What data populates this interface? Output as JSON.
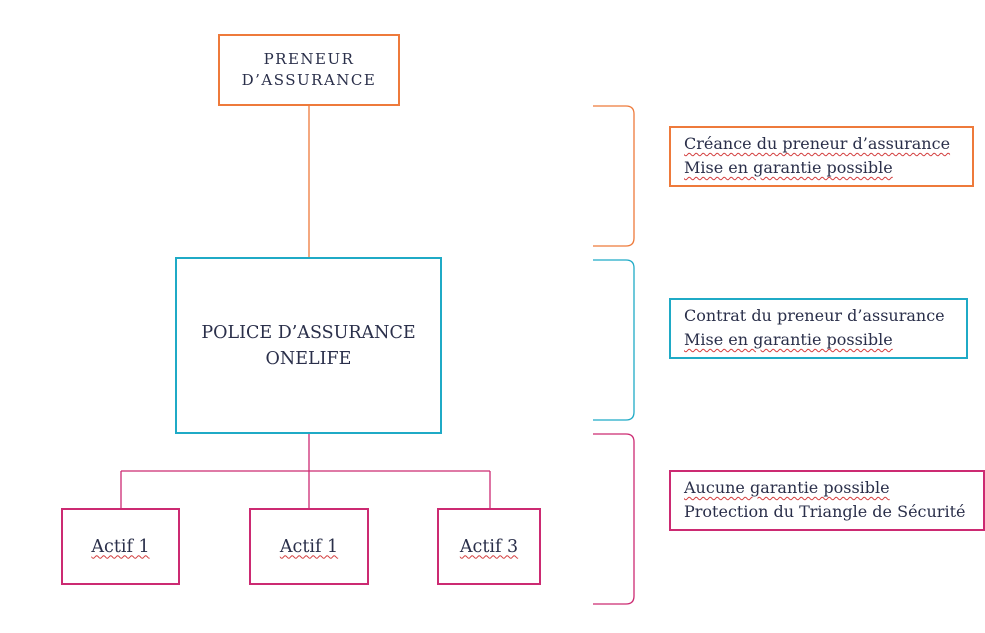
{
  "diagram": {
    "preneur": {
      "line1": "PRENEUR",
      "line2": "D’ASSURANCE",
      "color": "#ee7a3b"
    },
    "police": {
      "line1": "POLICE D’ASSURANCE",
      "line2": "ONELIFE",
      "color": "#1faac6"
    },
    "actifs": [
      {
        "label": "Actif 1"
      },
      {
        "label": "Actif 1"
      },
      {
        "label": "Actif 3"
      }
    ],
    "actif_color": "#cc2a72",
    "notes": [
      {
        "line1": "Créance du preneur d’assurance",
        "line2": "Mise en garantie possible",
        "color": "#ee7a3b"
      },
      {
        "line1": "Contrat du preneur d’assurance",
        "line2": "Mise en garantie possible",
        "color": "#1faac6"
      },
      {
        "line1": "Aucune garantie possible",
        "line2": "Protection du Triangle de Sécurité",
        "color": "#cc2a72"
      }
    ]
  }
}
